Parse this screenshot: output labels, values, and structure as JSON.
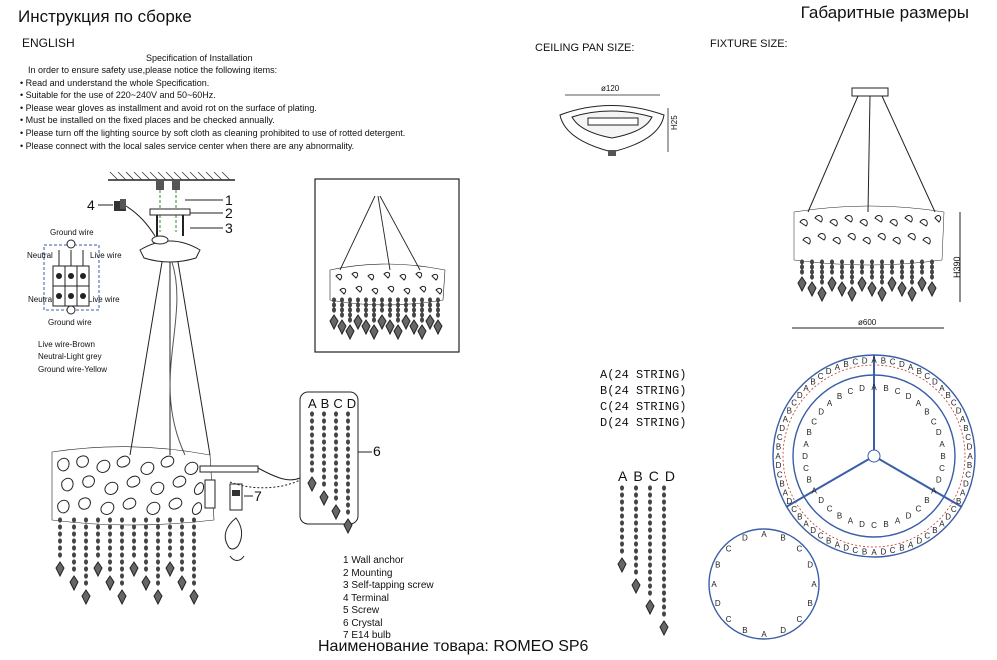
{
  "header": {
    "left_title": "Инструкция по сборке",
    "right_title": "Габаритные размеры"
  },
  "instructions": {
    "language": "ENGLISH",
    "heading": "Specification of Installation",
    "lines": [
      "In order to ensure safety use,please notice the following items:",
      "• Read and understand the whole Specification.",
      "• Suitable for the use of 220~240V and 50~60Hz.",
      "• Please wear gloves as installment and avoid rot on the surface of plating.",
      "• Must be installed on the fixed places and be checked annually.",
      "• Please turn off the lighting source by soft cloth as cleaning prohibited to use of rotted detergent.",
      "• Please connect with the local sales service center when there are any abnormality."
    ]
  },
  "wiring": {
    "ground_top": "Ground wire",
    "neutral_top": "Neutral",
    "live_top": "Live wire",
    "neutral_bottom": "Neutral",
    "live_bottom": "Live wire",
    "ground_bottom": "Ground wire",
    "legend": [
      "Live wire-Brown",
      "Neutral-Light grey",
      "Ground wire-Yellow"
    ]
  },
  "callouts": [
    "1",
    "2",
    "3",
    "4",
    "6",
    "7"
  ],
  "string_letters": [
    "A",
    "B",
    "C",
    "D"
  ],
  "parts": [
    "1  Wall anchor",
    "2  Mounting",
    "3  Self-tapping screw",
    "4  Terminal",
    "5  Screw",
    "6  Crystal",
    "7 E14  bulb"
  ],
  "dimensions": {
    "ceiling_pan_title": "CEILING PAN SIZE:",
    "fixture_title": "FIXTURE SIZE:",
    "pan_diameter": "ø120",
    "pan_height": "H25",
    "fixture_height": "H390",
    "fixture_diameter": "ø600"
  },
  "strings": [
    "A(24 STRING)",
    "B(24 STRING)",
    "C(24 STRING)",
    "D(24 STRING)"
  ],
  "footer": {
    "product_name": "Наименование товара: ROMEO SP6"
  }
}
